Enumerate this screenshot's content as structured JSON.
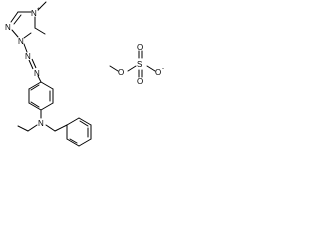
{
  "molecule": {
    "atoms": {
      "triazole_n4": "N",
      "triazole_n1": "N",
      "triazole_n1_charge": "+",
      "triazole_n2": "N",
      "azo_n_a": "N",
      "azo_n_b": "N",
      "amine_n": "N"
    },
    "counter_ion": {
      "o_methoxy": "O",
      "s": "S",
      "o_top": "O",
      "o_bottom": "O",
      "o_minus": "O",
      "minus": "-"
    }
  }
}
